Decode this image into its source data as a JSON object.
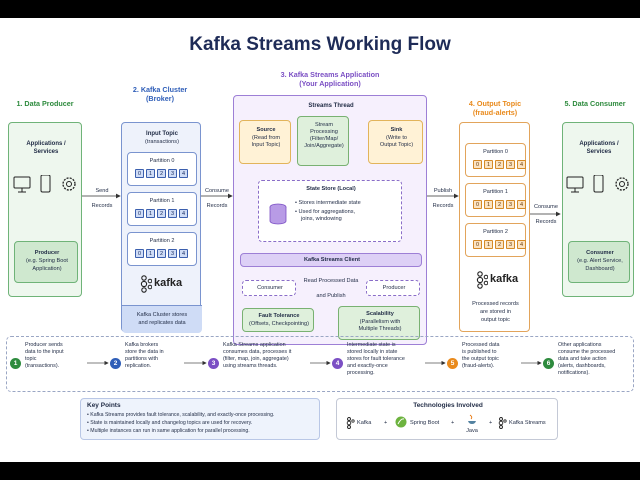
{
  "title": "Kafka Streams Working Flow",
  "sections": {
    "producer": "1. Data Producer",
    "cluster_l1": "2. Kafka Cluster",
    "cluster_l2": "(Broker)",
    "app_l1": "3. Kafka Streams Application",
    "app_l2": "(Your Application)",
    "output_l1": "4. Output Topic",
    "output_l2": "(fraud-alerts)",
    "consumer": "5. Data Consumer"
  },
  "producer": {
    "apps_l1": "Applications /",
    "apps_l2": "Services",
    "producer_l1": "Producer",
    "producer_l2": "(e.g. Spring Boot",
    "producer_l3": "Application)"
  },
  "cluster": {
    "input_l1": "Input Topic",
    "input_l2": "(transactions)",
    "partitions": [
      "Partition 0",
      "Partition 1",
      "Partition 2"
    ],
    "cells": [
      "0",
      "1",
      "2",
      "3",
      "4"
    ],
    "kafka_logo": "kafka",
    "note_l1": "Kafka Cluster stores",
    "note_l2": "and replicates data"
  },
  "app": {
    "thread": "Streams Thread",
    "source_l1": "Source",
    "source_l2": "(Read from",
    "source_l3": "Input Topic)",
    "proc_l1": "Stream",
    "proc_l2": "Processing",
    "proc_l3": "(Filter/Map/",
    "proc_l4": "Join/Aggregate)",
    "sink_l1": "Sink",
    "sink_l2": "(Write to",
    "sink_l3": "Output Topic)",
    "state_title": "State Store (Local)",
    "state_b1": "• Stores intermediate state",
    "state_b2_l1": "• Used for aggregations,",
    "state_b2_l2": "joins, windowing",
    "client": "Kafka Streams Client",
    "consumer": "Consumer",
    "producer": "Producer",
    "rp_l1": "Read Processed Data",
    "rp_l2": "and Publish",
    "ft_l1": "Fault Tolerance",
    "ft_l2": "(Offsets, Checkpointing)",
    "sc_l1": "Scalability",
    "sc_l2": "(Parallelism with",
    "sc_l3": "Multiple Threads)"
  },
  "arrows": {
    "send_l1": "Send",
    "send_l2": "Records",
    "consume_l1": "Consume",
    "consume_l2": "Records",
    "publish_l1": "Publish",
    "publish_l2": "Records",
    "consume2_l1": "Consume",
    "consume2_l2": "Records"
  },
  "output": {
    "partitions": [
      "Partition 0",
      "Partition 1",
      "Partition 2"
    ],
    "kafka_logo": "kafka",
    "note_l1": "Processed records",
    "note_l2": "are stored in",
    "note_l3": "output topic"
  },
  "consumer": {
    "apps_l1": "Applications /",
    "apps_l2": "Services",
    "consumer_l1": "Consumer",
    "consumer_l2": "(e.g. Alert Service,",
    "consumer_l3": "Dashboard)"
  },
  "steps": [
    {
      "num": "1",
      "l1": "Producer sends",
      "l2": "data to the input",
      "l3": "topic",
      "l4": "(transactions)."
    },
    {
      "num": "2",
      "l1": "Kafka brokers",
      "l2": "store the data in",
      "l3": "partitions with",
      "l4": "replication."
    },
    {
      "num": "3",
      "l1": "Kafka Streams application",
      "l2": "consumes data, processes it",
      "l3": "(filter, map, join, aggregate)",
      "l4": "using streams threads."
    },
    {
      "num": "4",
      "l1": "Intermediate state is",
      "l2": "stored locally in state",
      "l3": "stores for fault tolerance",
      "l4": "and exactly-once",
      "l5": "processing."
    },
    {
      "num": "5",
      "l1": "Processed data",
      "l2": "is published to",
      "l3": "the output topic",
      "l4": "(fraud-alerts)."
    },
    {
      "num": "6",
      "l1": "Other applications",
      "l2": "consume the processed",
      "l3": "data and take action",
      "l4": "(alerts, dashboards,",
      "l5": "notifications)."
    }
  ],
  "key_points": {
    "title": "Key Points",
    "items": [
      "• Kafka Streams provides fault tolerance, scalability, and exactly-once processing.",
      "• State is maintained locally and changelog topics are used for recovery.",
      "• Multiple instances can run in same application for parallel processing."
    ]
  },
  "tech": {
    "title": "Technologies Involved",
    "kafka": "Kafka",
    "spring": "Spring Boot",
    "java": "Java",
    "streams": "Kafka Streams",
    "plus": "+"
  },
  "colors": {
    "navy": "#1e2b57",
    "green": "#2e8b3e",
    "blue": "#2f5eb8",
    "purple": "#7b4fc4",
    "orange": "#e98a1c"
  }
}
